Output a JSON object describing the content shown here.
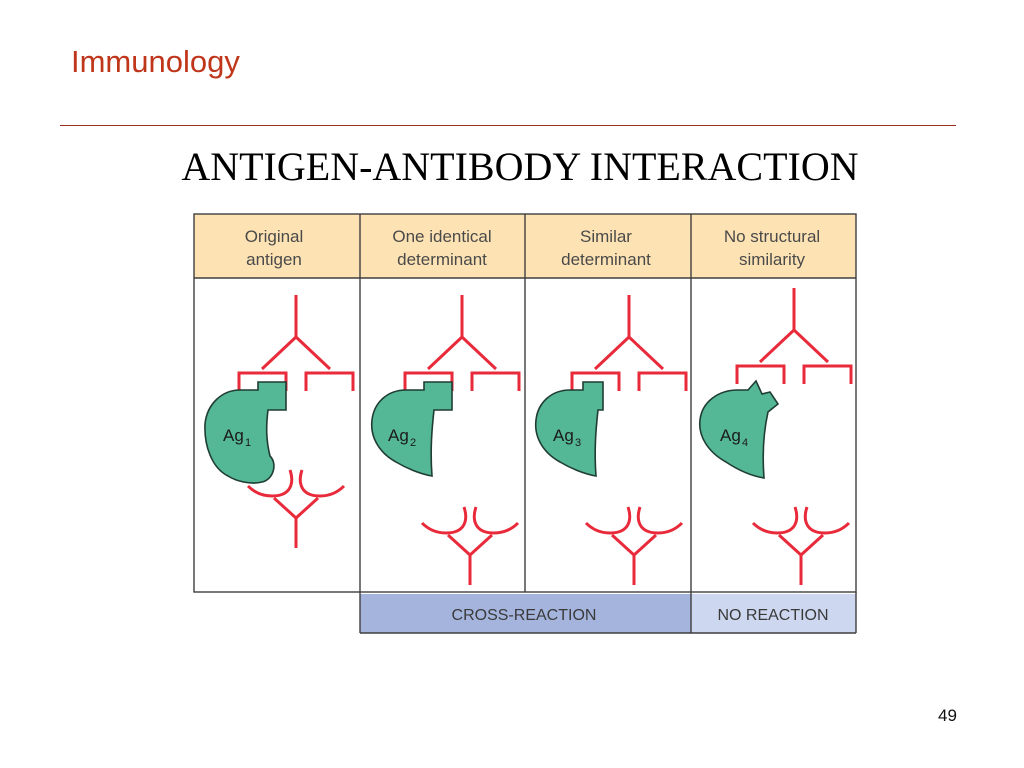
{
  "header": {
    "course_title": "Immunology"
  },
  "slide": {
    "heading": "ANTIGEN-ANTIBODY INTERACTION",
    "page_number": "49"
  },
  "diagram": {
    "columns": [
      {
        "header_line1": "Original",
        "header_line2": "antigen",
        "antigen_label": "Ag",
        "antigen_subscript": "1"
      },
      {
        "header_line1": "One identical",
        "header_line2": "determinant",
        "antigen_label": "Ag",
        "antigen_subscript": "2"
      },
      {
        "header_line1": "Similar",
        "header_line2": "determinant",
        "antigen_label": "Ag",
        "antigen_subscript": "3"
      },
      {
        "header_line1": "No structural",
        "header_line2": "similarity",
        "antigen_label": "Ag",
        "antigen_subscript": "4"
      }
    ],
    "outcomes": {
      "cross_reaction": "CROSS-REACTION",
      "no_reaction": "NO REACTION"
    },
    "colors": {
      "header_fill": "#fde3b4",
      "antigen_fill": "#54b795",
      "antibody_stroke": "#e82a3a",
      "cross_reaction_fill": "#a4b4dc",
      "no_reaction_fill": "#cdd7ef"
    }
  }
}
